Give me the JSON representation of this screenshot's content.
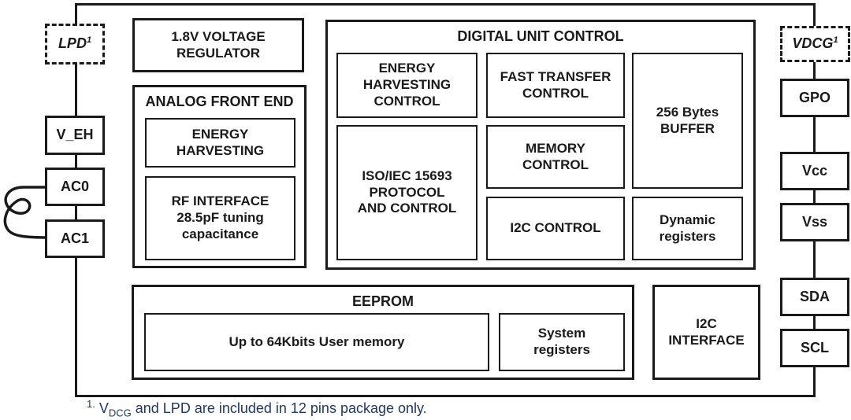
{
  "blocks": {
    "voltage_regulator": {
      "label": "1.8V VOLTAGE\nREGULATOR"
    },
    "analog_front_end": {
      "title": "ANALOG FRONT END",
      "energy_harvesting": "ENERGY\nHARVESTING",
      "rf_interface": "RF INTERFACE\n28.5pF tuning\ncapacitance"
    },
    "digital_unit_control": {
      "title": "DIGITAL UNIT CONTROL",
      "energy_harvesting_control": "ENERGY\nHARVESTING\nCONTROL",
      "fast_transfer_control": "FAST TRANSFER\nCONTROL",
      "buffer": "256 Bytes\nBUFFER",
      "iso_protocol": "ISO/IEC 15693\nPROTOCOL\nAND CONTROL",
      "memory_control": "MEMORY\nCONTROL",
      "i2c_control": "I2C CONTROL",
      "dynamic_registers": "Dynamic\nregisters"
    },
    "eeprom": {
      "title": "EEPROM",
      "user_memory": "Up to 64Kbits User memory",
      "system_registers": "System\nregisters"
    },
    "i2c_interface": {
      "label": "I2C\nINTERFACE"
    }
  },
  "pins": {
    "left": {
      "lpd": {
        "base": "LPD",
        "sup": "1"
      },
      "v_eh": "V_EH",
      "ac0": "AC0",
      "ac1": "AC1"
    },
    "right": {
      "vdcg": {
        "base": "VDCG",
        "sup": "1"
      },
      "gpo": "GPO",
      "vcc": "Vcc",
      "vss": "Vss",
      "sda": "SDA",
      "scl": "SCL"
    }
  },
  "footnote": {
    "marker": "1.",
    "v_base": "V",
    "v_sub": "DCG",
    "rest": " and LPD are included in 12 pins package only."
  },
  "icons": {
    "antenna_coil": "antenna-coil"
  },
  "colors": {
    "line": "#1a1a1a",
    "footnote_text": "#1f3864",
    "background": "#ffffff"
  }
}
